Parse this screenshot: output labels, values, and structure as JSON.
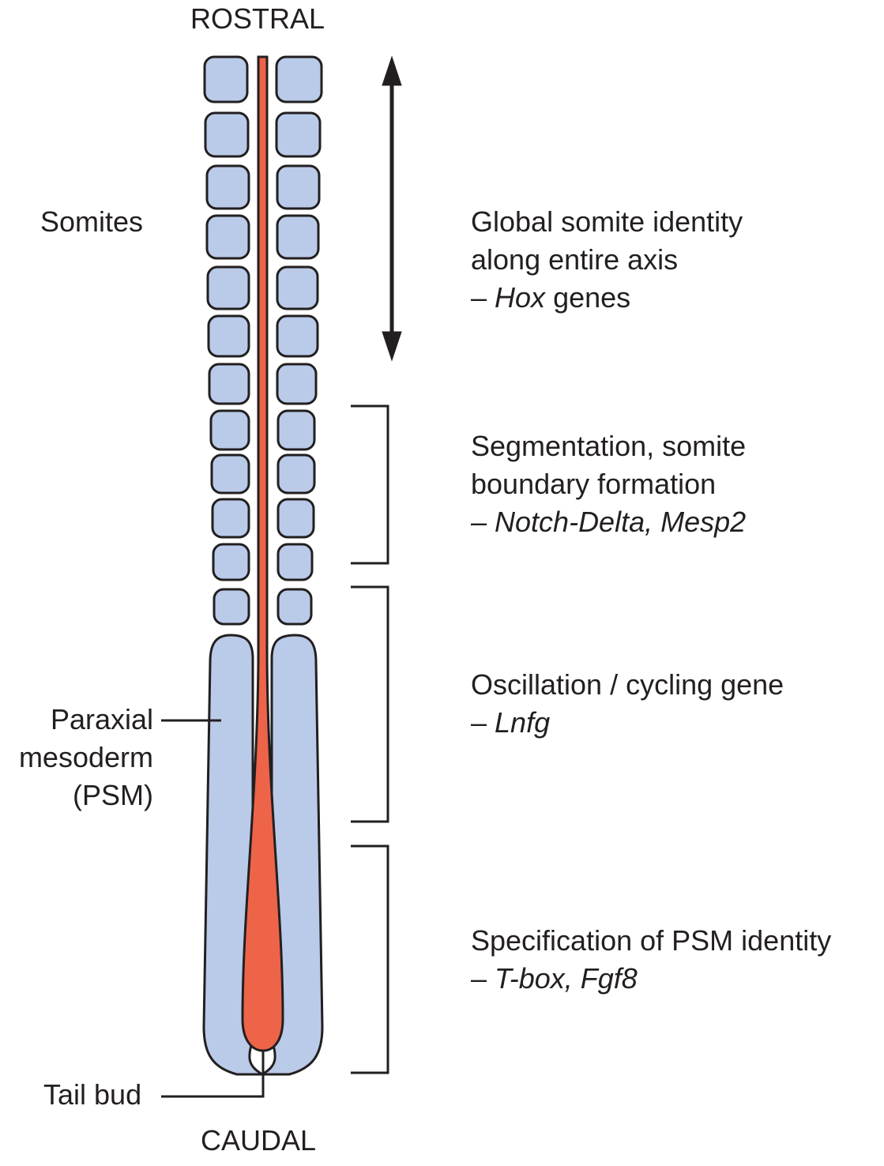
{
  "axis": {
    "top": "ROSTRAL",
    "bottom": "CAUDAL"
  },
  "structures": {
    "somites": "Somites",
    "psm": [
      "Paraxial",
      "mesoderm",
      "(PSM)"
    ],
    "tail_bud": "Tail bud"
  },
  "annotations": [
    {
      "lines": [
        "Global somite identity",
        "along entire axis"
      ],
      "prefix": "– ",
      "gene_italic": "Hox",
      "suffix": " genes"
    },
    {
      "lines": [
        "Segmentation, somite",
        "boundary formation"
      ],
      "prefix": "– ",
      "gene_italic": "Notch-Delta, Mesp2",
      "suffix": ""
    },
    {
      "lines": [
        "Oscillation / cycling gene"
      ],
      "prefix": "– ",
      "gene_italic": "Lnfg",
      "suffix": ""
    },
    {
      "lines": [
        "Specification of PSM identity"
      ],
      "prefix": "– ",
      "gene_italic": "T-box, Fgf8",
      "suffix": ""
    }
  ],
  "colors": {
    "somite_fill": "#b9cbe8",
    "notochord_fill": "#ee6449",
    "outline": "#231f20"
  }
}
